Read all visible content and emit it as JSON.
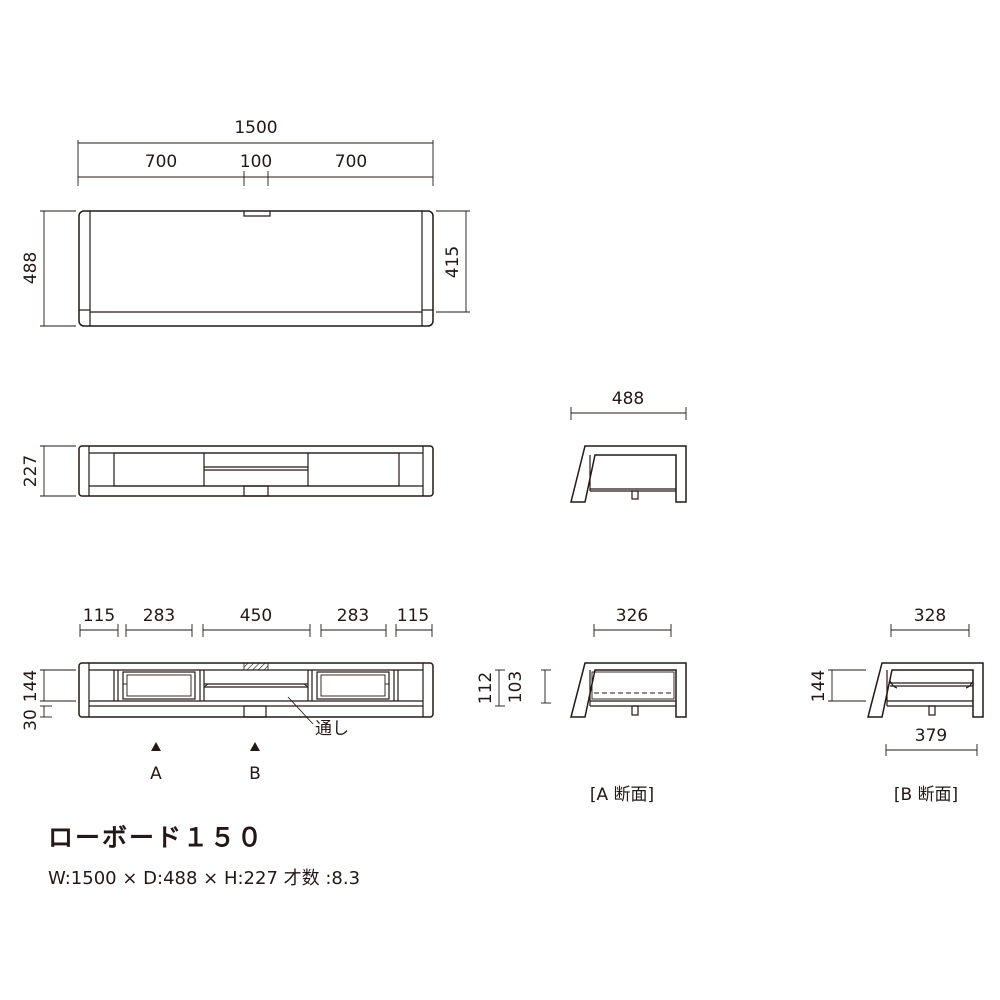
{
  "product": {
    "name": "ローボード１５０",
    "specs": "W:1500 × D:488 × H:227  才数 :8.3"
  },
  "top_view": {
    "overall_width": "1500",
    "segment_left": "700",
    "segment_mid": "100",
    "segment_right": "700",
    "depth": "488",
    "inner_depth": "415"
  },
  "front_view": {
    "height": "227"
  },
  "side_view": {
    "depth": "488"
  },
  "section_front": {
    "w_left_end": "115",
    "w_left_door": "283",
    "w_center": "450",
    "w_right_door": "283",
    "w_right_end": "115",
    "h_upper": "144",
    "h_lower": "30",
    "through_label": "通し",
    "marker_a": "A",
    "marker_b": "B"
  },
  "section_a": {
    "width": "326",
    "h_outer": "112",
    "h_inner": "103",
    "caption": "[A 断面]"
  },
  "section_b": {
    "width": "328",
    "bottom_width": "379",
    "height": "144",
    "caption": "[B 断面]"
  }
}
